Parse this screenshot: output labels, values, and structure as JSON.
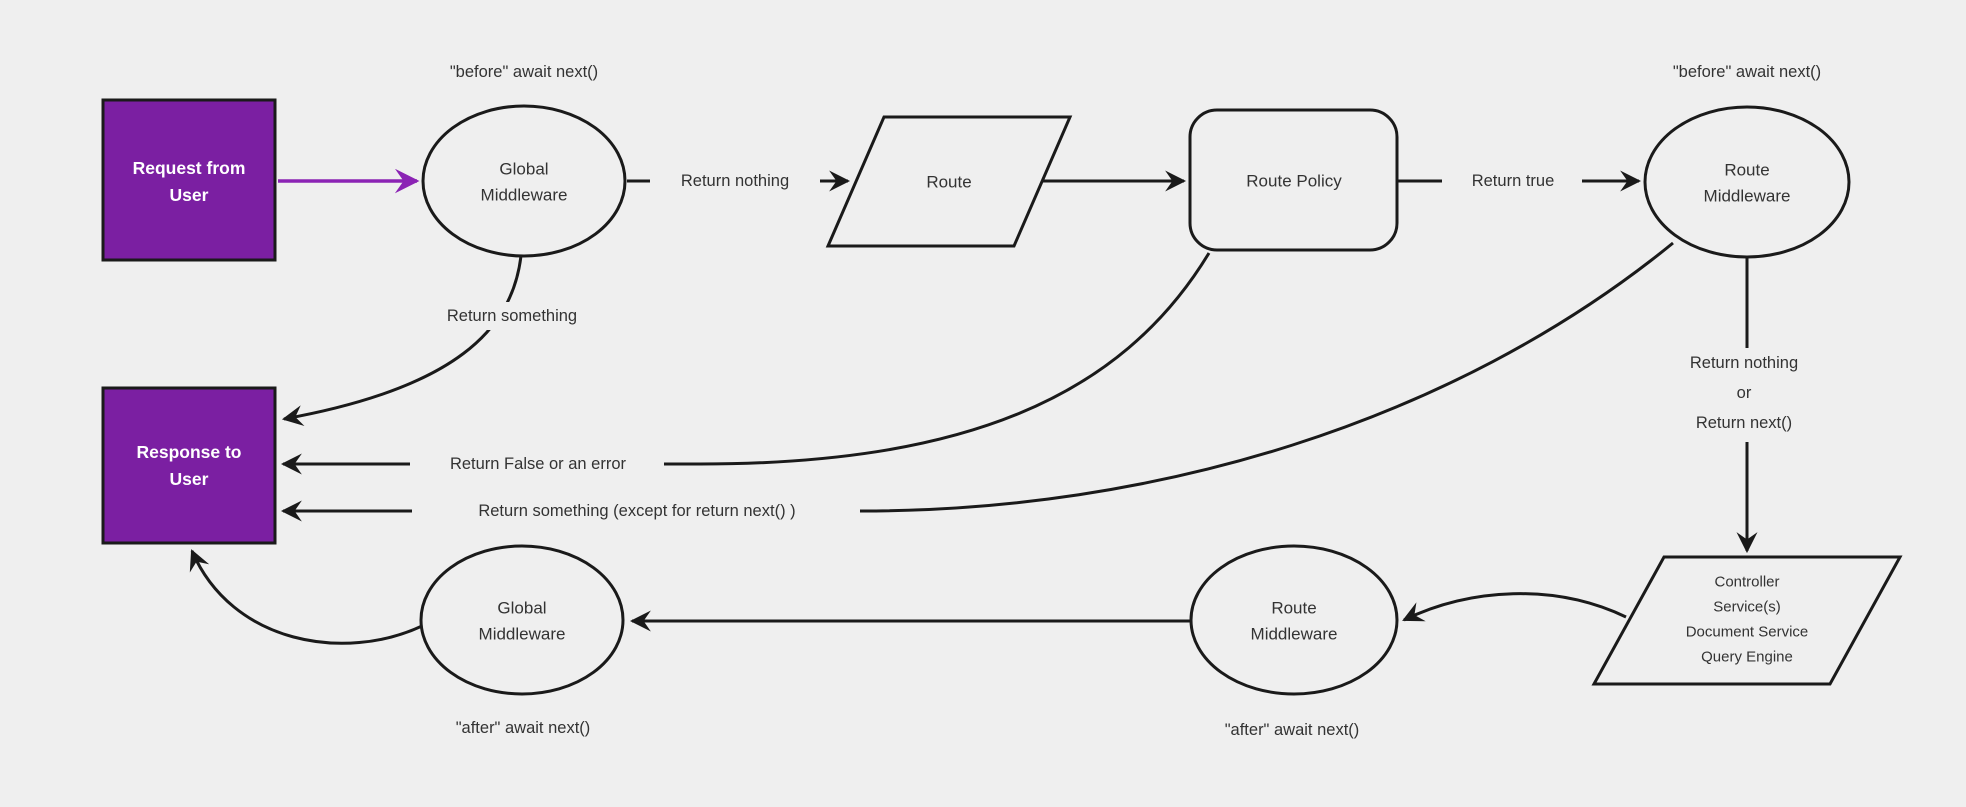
{
  "colors": {
    "background": "#efefef",
    "line": "#1a1a1a",
    "node_text": "#333333",
    "accent_fill": "#7b1fa2",
    "accent_arrow": "#8b23b4",
    "box_text": "#ffffff"
  },
  "nodes": {
    "request": {
      "shape": "rectangle",
      "lines": [
        "Request from",
        "User"
      ]
    },
    "global_middleware_top": {
      "shape": "ellipse",
      "lines": [
        "Global",
        "Middleware"
      ]
    },
    "route": {
      "shape": "parallelogram",
      "lines": [
        "Route"
      ]
    },
    "route_policy": {
      "shape": "rounded-rectangle",
      "lines": [
        "Route Policy"
      ]
    },
    "route_middleware_top": {
      "shape": "ellipse",
      "lines": [
        "Route",
        "Middleware"
      ]
    },
    "controller": {
      "shape": "parallelogram",
      "lines": [
        "Controller",
        "Service(s)",
        "Document Service",
        "Query Engine"
      ]
    },
    "route_middleware_bottom": {
      "shape": "ellipse",
      "lines": [
        "Route",
        "Middleware"
      ]
    },
    "global_middleware_bottom": {
      "shape": "ellipse",
      "lines": [
        "Global",
        "Middleware"
      ]
    },
    "response": {
      "shape": "rectangle",
      "lines": [
        "Response to",
        "User"
      ]
    }
  },
  "edge_labels": {
    "before_await_next_left": "\"before\" await next()",
    "before_await_next_right": "\"before\" await next()",
    "return_nothing": "Return nothing",
    "return_true": "Return true",
    "return_something": "Return something",
    "return_false_or_error": "Return False or an error",
    "return_something_except": "Return something (except for return next() )",
    "return_nothing_or": [
      "Return nothing",
      "or",
      "Return next()"
    ],
    "after_await_next_left": "\"after\" await next()",
    "after_await_next_middle": "\"after\" await next()"
  }
}
